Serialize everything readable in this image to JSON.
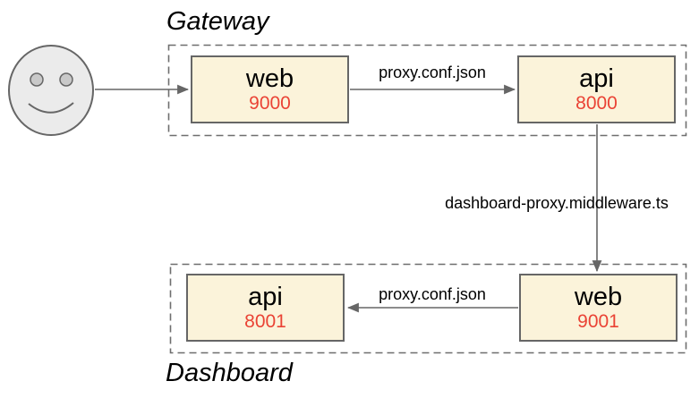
{
  "groups": {
    "gateway": {
      "title": "Gateway"
    },
    "dashboard": {
      "title": "Dashboard"
    }
  },
  "nodes": {
    "gateway_web": {
      "name": "web",
      "port": "9000"
    },
    "gateway_api": {
      "name": "api",
      "port": "8000"
    },
    "dashboard_api": {
      "name": "api",
      "port": "8001"
    },
    "dashboard_web": {
      "name": "web",
      "port": "9001"
    }
  },
  "edges": {
    "gateway_web_to_api": {
      "label": "proxy.conf.json"
    },
    "gateway_api_to_dashboard_web": {
      "label": "dashboard-proxy.middleware.ts"
    },
    "dashboard_web_to_api": {
      "label": "proxy.conf.json"
    }
  },
  "icons": {
    "user": "smiley-face-icon"
  },
  "colors": {
    "canvas_bg": "#ffffff",
    "node_fill": "#fbf3da",
    "node_border": "#666666",
    "port_text": "#ea4335",
    "line": "#666666",
    "group_border": "#6e6e6e",
    "face_fill": "#ebebeb",
    "eye_fill": "#c9c9c9"
  }
}
